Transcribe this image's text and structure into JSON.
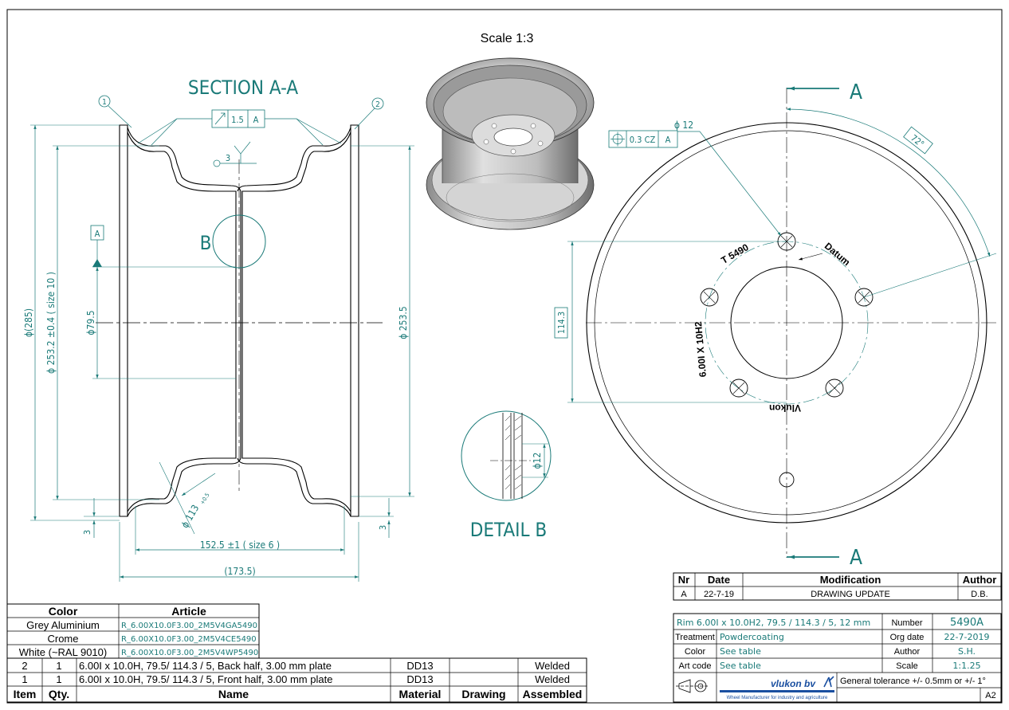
{
  "drawing": {
    "scale_label": "Scale 1:3",
    "section_title": "SECTION A-A",
    "detail_title": "DETAIL B",
    "section_marker": "A",
    "detail_marker": "B",
    "balloons": [
      "1",
      "2"
    ],
    "datum_label": "A",
    "tolerance_profile": {
      "value": "1.5",
      "datum": "A"
    },
    "tolerance_position": {
      "value": "0.3 CZ",
      "datum": "A"
    },
    "weld_size": "3",
    "dimensions": {
      "dia_285": "ϕ(285)",
      "dia_2532": "ϕ 253.2 ±0.4 ( size 10 )",
      "dia_795": "ϕ79.5",
      "dia_2535": "ϕ 253.5",
      "dia_113": "ϕ 113",
      "dia_113_tol": "+0.5",
      "width_1525": "152.5 ±1 ( size 6 )",
      "width_1735": "(173.5)",
      "thickness_left": "3",
      "thickness_right": "3",
      "hole_dia": "ϕ 12",
      "detail_hole": "ϕ12",
      "pcd": "114.3",
      "angle": "72°"
    },
    "rim_markings": {
      "stamp": "T 5490",
      "datum": "Datum",
      "size": "6.00I X 10H2",
      "brand": "Vlukon"
    }
  },
  "revision_table": {
    "headers": [
      "Nr",
      "Date",
      "Modification",
      "Author"
    ],
    "rows": [
      [
        "A",
        "22-7-19",
        "DRAWING UPDATE",
        "D.B."
      ]
    ]
  },
  "title_block": {
    "description": "Rim 6.00I x 10.0H2,  79.5 / 114.3 / 5,  12 mm",
    "number_label": "Number",
    "number_value": "5490A",
    "treatment_label": "Treatment",
    "treatment_value": "Powdercoating",
    "org_date_label": "Org date",
    "org_date_value": "22-7-2019",
    "color_label": "Color",
    "color_value": "See table",
    "author_label": "Author",
    "author_value": "S.H.",
    "art_code_label": "Art code",
    "art_code_value": "See table",
    "scale_label": "Scale",
    "scale_value": "1:1.25",
    "company": "vlukon bv",
    "company_tagline": "Wheel Manufacturer for industry and agriculture",
    "general_tolerance": "General tolerance +/- 0.5mm or +/- 1°",
    "sheet_size": "A2"
  },
  "color_table": {
    "headers": [
      "Color",
      "Article"
    ],
    "rows": [
      [
        "Grey Aluminium",
        "R_6.00X10.0F3.00_2M5V4GA5490"
      ],
      [
        "Crome",
        "R_6.00X10.0F3.00_2M5V4CE5490"
      ],
      [
        "White (~RAL 9010)",
        "R_6.00X10.0F3.00_2M5V4WP5490"
      ]
    ]
  },
  "bom": {
    "headers": [
      "Item",
      "Qty.",
      "Name",
      "Material",
      "Drawing",
      "Assembled"
    ],
    "rows": [
      [
        "2",
        "1",
        "6.00I x 10.0H,  79.5/ 114.3 / 5, Back half, 3.00 mm plate",
        "DD13",
        "",
        "Welded"
      ],
      [
        "1",
        "1",
        "6.00I x 10.0H,  79.5/ 114.3 / 5, Front half, 3.00 mm plate",
        "DD13",
        "",
        "Welded"
      ]
    ]
  },
  "colors": {
    "dimension": "#1a7a78",
    "line": "#000000",
    "background": "#ffffff"
  }
}
